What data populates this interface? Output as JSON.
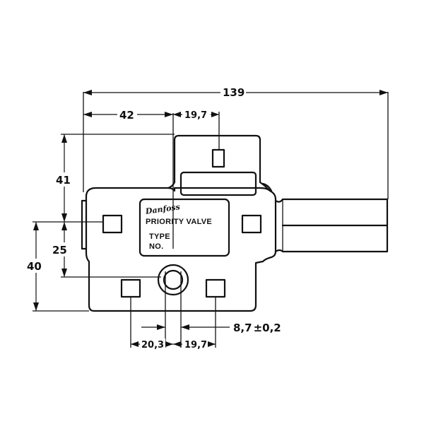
{
  "nameplate": {
    "logo": "Danfoss",
    "line1": "PRIORITY VALVE",
    "line2": "TYPE",
    "line3": "NO."
  },
  "dimensions": {
    "overall_length": "139",
    "left_offset": "42",
    "top_block_width": "19,7",
    "upper_height": "41",
    "lower_height": "25",
    "total_height": "40",
    "bottom_left": "20,3",
    "bottom_right": "19,7",
    "port_size": "8,7",
    "port_tolerance": "±0,2"
  },
  "colors": {
    "line": "#111111",
    "background": "#ffffff"
  }
}
